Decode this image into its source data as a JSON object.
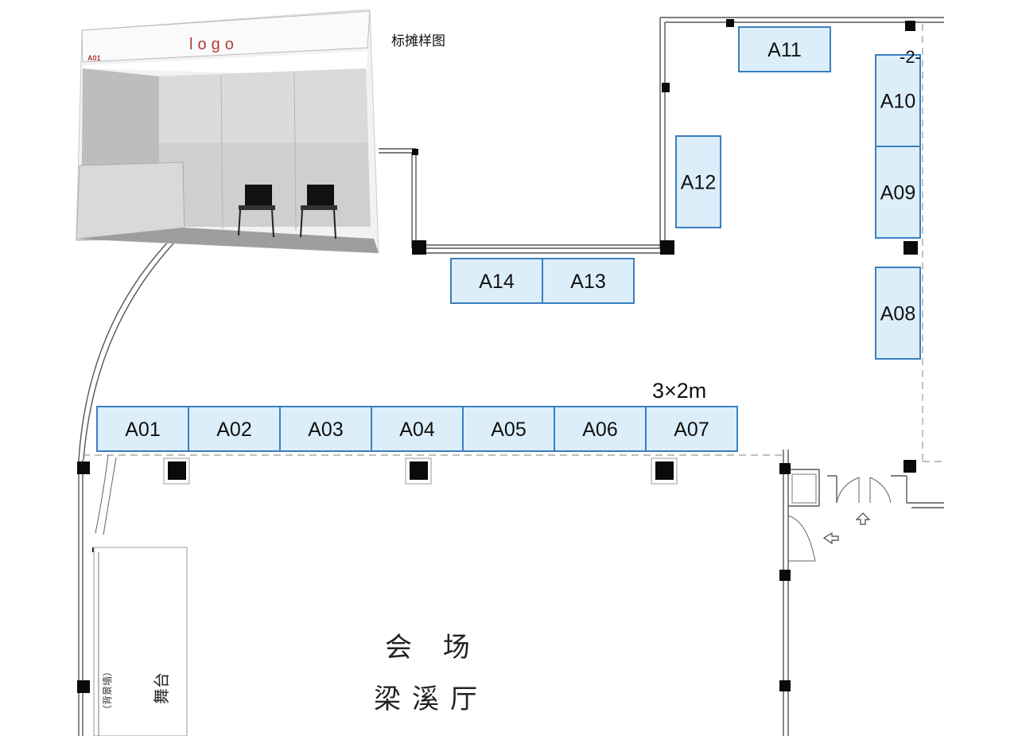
{
  "caption": "标摊样图",
  "page_number": "-2-",
  "booth_size_label": "3×2m",
  "hall": {
    "line1": "会 场",
    "line2": "梁溪厅"
  },
  "stage": {
    "label": "舞台",
    "backdrop_label": "（背景墙）"
  },
  "sample_booth": {
    "logo": "logo",
    "booth_id": "A01"
  },
  "booths": [
    "A01",
    "A02",
    "A03",
    "A04",
    "A05",
    "A06",
    "A07",
    "A08",
    "A09",
    "A10",
    "A11",
    "A12",
    "A13",
    "A14"
  ],
  "colors": {
    "booth_fill": "#dceefa",
    "booth_border": "#3a7fc0",
    "logo_red": "#b23a3a"
  }
}
